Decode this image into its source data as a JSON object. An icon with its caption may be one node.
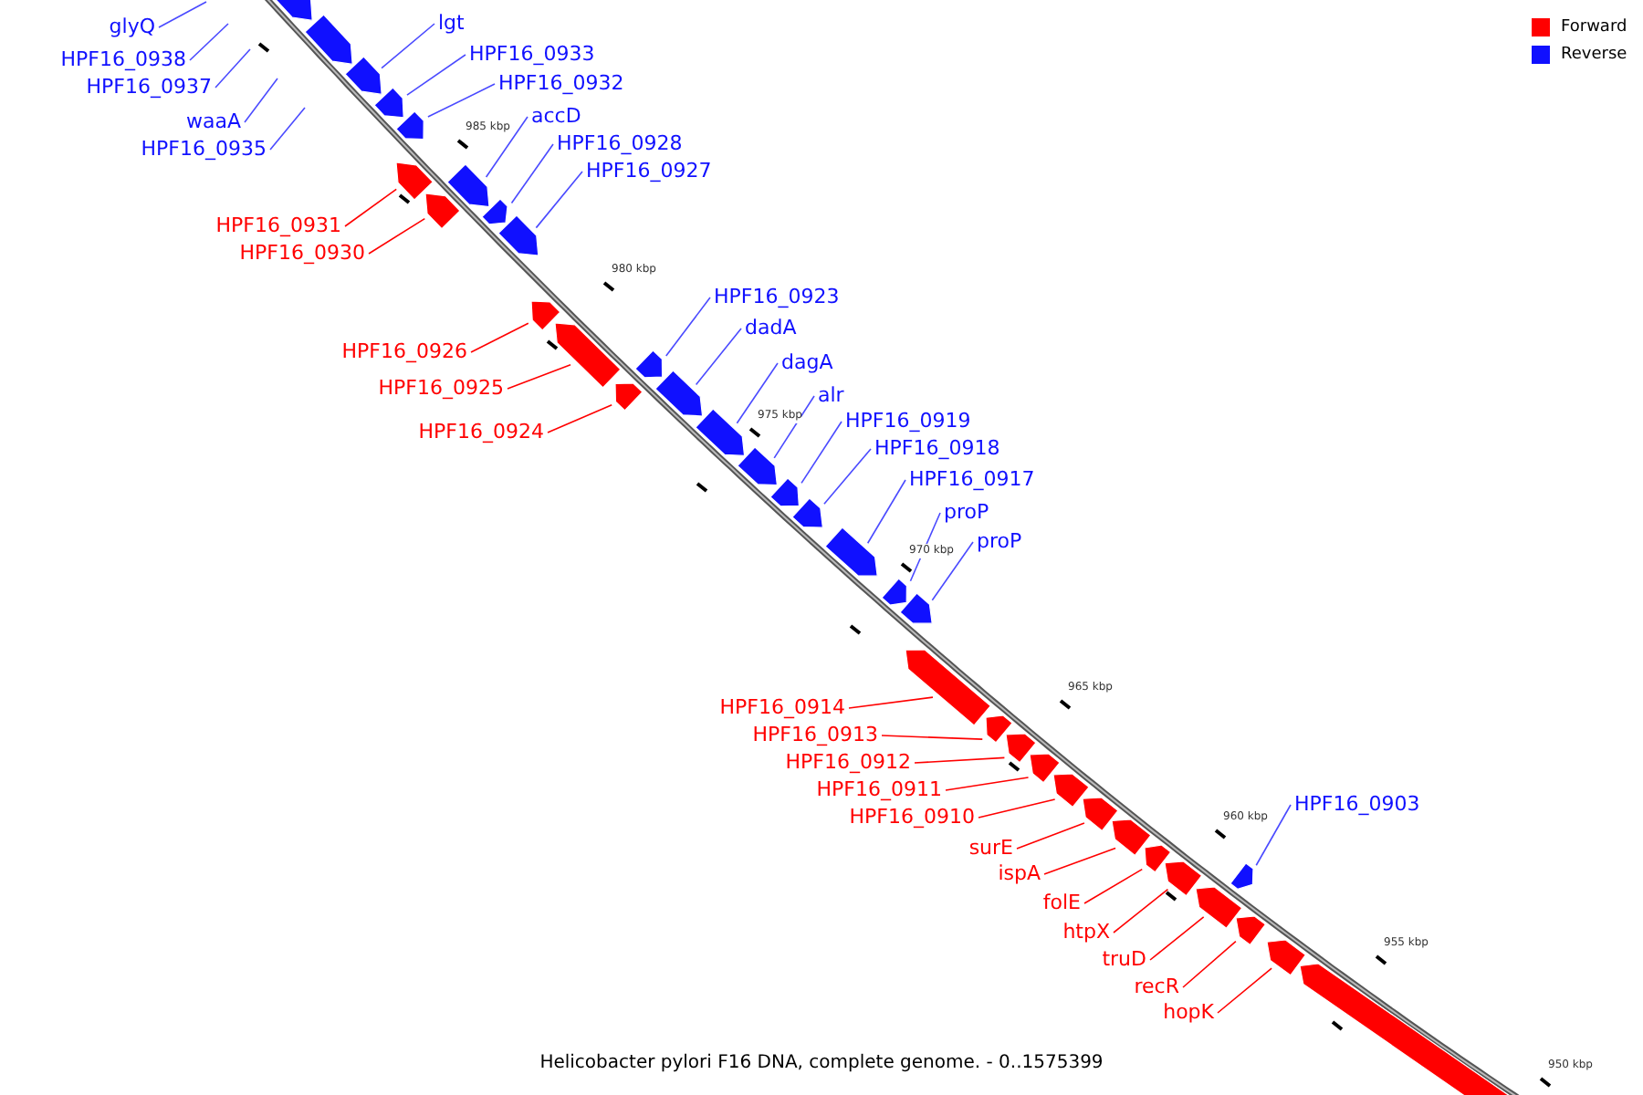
{
  "diagram": {
    "caption": "Helicobacter pylori F16 DNA, complete genome. - 0..1575399",
    "nodes": [
      {
        "text": [
          "glyQ"
        ]
      },
      {
        "text": [
          "HPF16_0938"
        ]
      },
      {
        "text": [
          "HPF16_0937"
        ]
      },
      {
        "text": [
          "waaA"
        ]
      },
      {
        "text": [
          "HPF16_0935"
        ]
      },
      {
        "text": [],
        "shape": "arrow"
      },
      {
        "text": [],
        "shape": "arrow"
      },
      {
        "text": [
          "lgt"
        ]
      },
      {
        "text": [],
        "shape": "arrow"
      },
      {
        "text": [
          "HPF16_0933"
        ]
      },
      {
        "text": [],
        "shape": "arrow"
      },
      {
        "text": [
          "HPF16_0932"
        ]
      },
      {
        "text": [],
        "shape": "arrow"
      },
      {
        "text": [
          "HPF16_0931"
        ]
      },
      {
        "text": [],
        "shape": "arrow"
      },
      {
        "text": [
          "HPF16_0930"
        ]
      },
      {
        "text": [],
        "shape": "arrow"
      },
      {
        "text": [
          "accD"
        ]
      },
      {
        "text": [],
        "shape": "arrow"
      },
      {
        "text": [
          "HPF16_0928"
        ]
      },
      {
        "text": [],
        "shape": "arrow"
      },
      {
        "text": [
          "HPF16_0927"
        ]
      },
      {
        "text": [],
        "shape": "arrow"
      },
      {
        "text": [
          "HPF16_0926"
        ]
      },
      {
        "text": [],
        "shape": "arrow"
      },
      {
        "text": [
          "HPF16_0925"
        ]
      },
      {
        "text": [],
        "shape": "arrow"
      },
      {
        "text": [
          "HPF16_0924"
        ]
      },
      {
        "text": [],
        "shape": "arrow"
      },
      {
        "text": [
          "HPF16_0923"
        ]
      },
      {
        "text": [],
        "shape": "arrow"
      },
      {
        "text": [
          "dadA"
        ]
      },
      {
        "text": [],
        "shape": "arrow"
      },
      {
        "text": [
          "dagA"
        ]
      },
      {
        "text": [],
        "shape": "arrow"
      },
      {
        "text": [
          "alr"
        ]
      },
      {
        "text": [],
        "shape": "arrow"
      },
      {
        "text": [
          "HPF16_0919"
        ]
      },
      {
        "text": [],
        "shape": "arrow"
      },
      {
        "text": [
          "HPF16_0918"
        ]
      },
      {
        "text": [],
        "shape": "arrow"
      },
      {
        "text": [
          "HPF16_0917"
        ]
      },
      {
        "text": [],
        "shape": "arrow"
      },
      {
        "text": [
          "proP"
        ]
      },
      {
        "text": [],
        "shape": "arrow"
      },
      {
        "text": [
          "proP"
        ]
      },
      {
        "text": [],
        "shape": "arrow"
      },
      {
        "text": [
          "HPF16_0914"
        ]
      },
      {
        "text": [],
        "shape": "arrow"
      },
      {
        "text": [
          "HPF16_0913"
        ]
      },
      {
        "text": [],
        "shape": "arrow"
      },
      {
        "text": [
          "HPF16_0912"
        ]
      },
      {
        "text": [],
        "shape": "arrow"
      },
      {
        "text": [
          "HPF16_0911"
        ]
      },
      {
        "text": [],
        "shape": "arrow"
      },
      {
        "text": [
          "HPF16_0910"
        ]
      },
      {
        "text": [],
        "shape": "arrow"
      },
      {
        "text": [
          "surE"
        ]
      },
      {
        "text": [],
        "shape": "arrow"
      },
      {
        "text": [
          "ispA"
        ]
      },
      {
        "text": [],
        "shape": "arrow"
      },
      {
        "text": [
          "folE"
        ]
      },
      {
        "text": [],
        "shape": "arrow"
      },
      {
        "text": [
          "htpX"
        ]
      },
      {
        "text": [],
        "shape": "arrow"
      },
      {
        "text": [
          "truD"
        ]
      },
      {
        "text": [],
        "shape": "arrow"
      },
      {
        "text": [
          "HPF16_0903"
        ]
      },
      {
        "text": [],
        "shape": "arrow"
      },
      {
        "text": [
          "recR"
        ]
      },
      {
        "text": [],
        "shape": "arrow"
      },
      {
        "text": [
          "hopK"
        ]
      },
      {
        "text": [],
        "shape": "arrow"
      },
      {
        "text": [],
        "shape": "arrow"
      }
    ],
    "edges": [
      {
        "from": 0,
        "to": null,
        "arrow": "none"
      },
      {
        "from": 1,
        "to": null,
        "arrow": "none"
      },
      {
        "from": 2,
        "to": null,
        "arrow": "none"
      },
      {
        "from": 3,
        "to": null,
        "arrow": "none"
      },
      {
        "from": 4,
        "to": null,
        "arrow": "none"
      },
      {
        "from": 7,
        "to": 8,
        "arrow": "none"
      },
      {
        "from": 9,
        "to": 10,
        "arrow": "none"
      },
      {
        "from": 11,
        "to": 12,
        "arrow": "none"
      },
      {
        "from": 13,
        "to": 14,
        "arrow": "none",
        "color": "#ff0000"
      },
      {
        "from": 15,
        "to": 16,
        "arrow": "none",
        "color": "#ff0000"
      },
      {
        "from": 17,
        "to": 18,
        "arrow": "none"
      },
      {
        "from": 19,
        "to": 20,
        "arrow": "none"
      },
      {
        "from": 21,
        "to": 22,
        "arrow": "none"
      },
      {
        "from": 23,
        "to": 24,
        "arrow": "none",
        "color": "#ff0000"
      },
      {
        "from": 25,
        "to": 26,
        "arrow": "none",
        "color": "#ff0000"
      },
      {
        "from": 27,
        "to": 28,
        "arrow": "none",
        "color": "#ff0000"
      },
      {
        "from": 29,
        "to": 30,
        "arrow": "none"
      },
      {
        "from": 31,
        "to": 32,
        "arrow": "none"
      },
      {
        "from": 33,
        "to": 34,
        "arrow": "none"
      },
      {
        "from": 35,
        "to": 36,
        "arrow": "none"
      },
      {
        "from": 37,
        "to": 38,
        "arrow": "none"
      },
      {
        "from": 39,
        "to": 40,
        "arrow": "none"
      },
      {
        "from": 41,
        "to": 42,
        "arrow": "none"
      },
      {
        "from": 43,
        "to": 44,
        "arrow": "none"
      },
      {
        "from": 45,
        "to": 46,
        "arrow": "none"
      },
      {
        "from": 47,
        "to": 48,
        "arrow": "none",
        "color": "#ff0000"
      },
      {
        "from": 49,
        "to": 50,
        "arrow": "none",
        "color": "#ff0000"
      },
      {
        "from": 51,
        "to": 52,
        "arrow": "none",
        "color": "#ff0000"
      },
      {
        "from": 53,
        "to": 54,
        "arrow": "none",
        "color": "#ff0000"
      },
      {
        "from": 55,
        "to": 56,
        "arrow": "none",
        "color": "#ff0000"
      },
      {
        "from": 57,
        "to": 58,
        "arrow": "none",
        "color": "#ff0000"
      },
      {
        "from": 59,
        "to": 60,
        "arrow": "none",
        "color": "#ff0000"
      },
      {
        "from": 61,
        "to": 62,
        "arrow": "none",
        "color": "#ff0000"
      },
      {
        "from": 63,
        "to": 64,
        "arrow": "none",
        "color": "#ff0000"
      },
      {
        "from": 65,
        "to": 66,
        "arrow": "none",
        "color": "#ff0000"
      },
      {
        "from": 67,
        "to": 68,
        "arrow": "none"
      },
      {
        "from": 69,
        "to": 70,
        "arrow": "none",
        "color": "#ff0000"
      },
      {
        "from": 71,
        "to": 72,
        "arrow": "none",
        "color": "#ff0000"
      }
    ],
    "labels": [
      "985 kbp",
      "980 kbp",
      "975 kbp",
      "970 kbp",
      "965 kbp",
      "960 kbp",
      "955 kbp",
      "950 kbp"
    ],
    "legend": [
      {
        "text": "Forward",
        "color": "#ff0000"
      },
      {
        "text": "Reverse",
        "color": "#1010ff"
      }
    ]
  }
}
